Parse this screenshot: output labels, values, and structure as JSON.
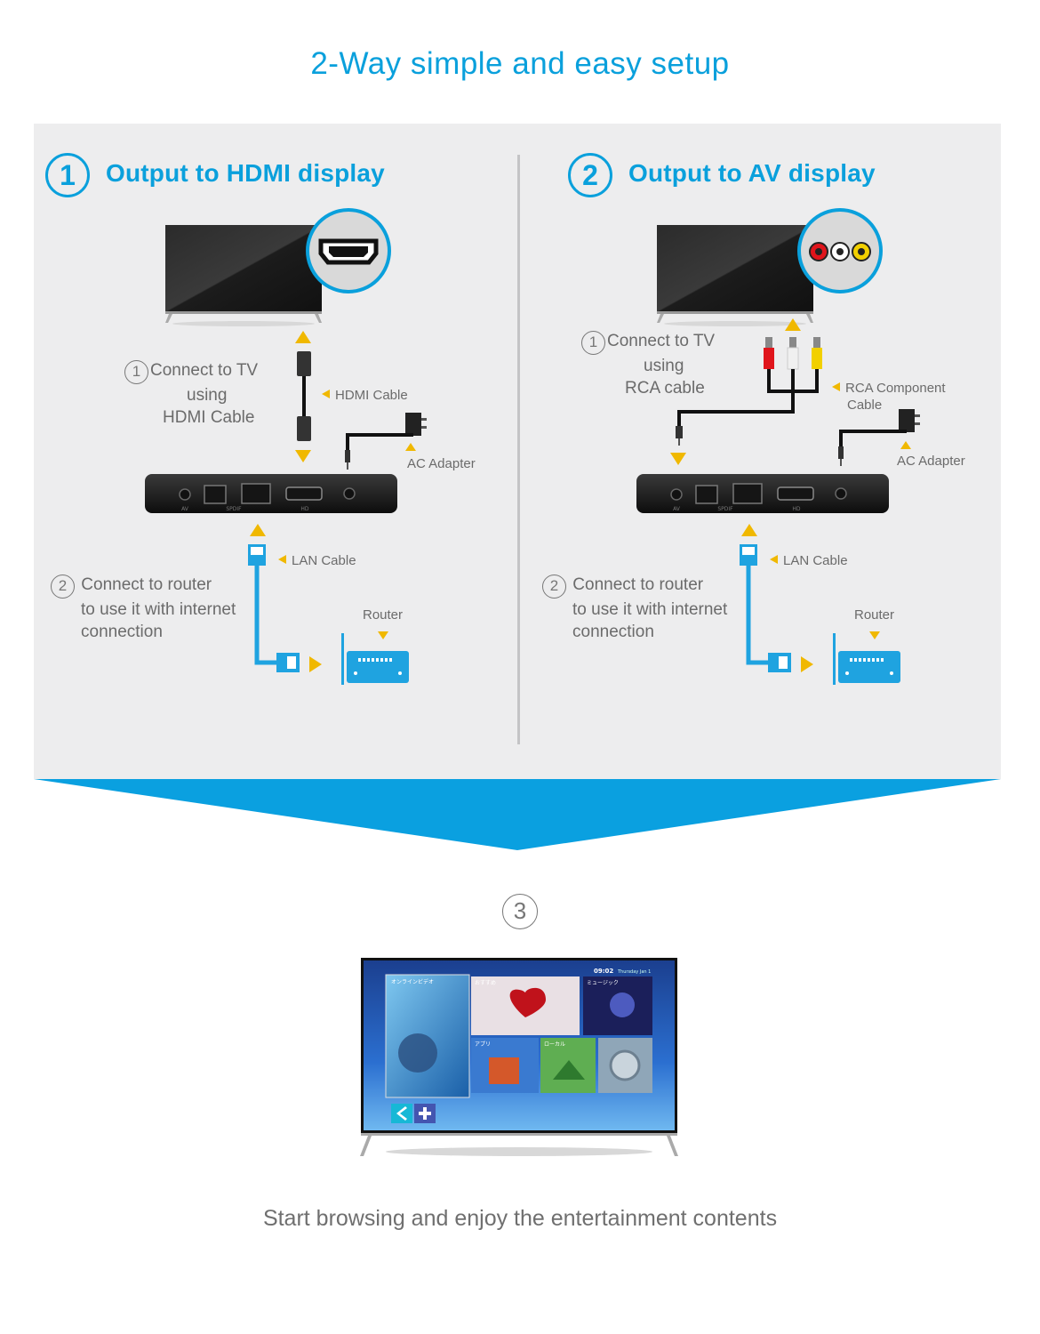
{
  "page_title": "2-Way simple and easy setup",
  "left": {
    "number": "1",
    "title": "Output to HDMI display",
    "step1_num": "1",
    "step1_lines": [
      "Connect to TV",
      "using",
      "HDMI Cable"
    ],
    "cable_label": "HDMI Cable",
    "adapter_label": "AC Adapter",
    "lan_label": "LAN Cable",
    "step2_num": "2",
    "step2_lines": [
      "Connect to router",
      "to use it with internet",
      "connection"
    ],
    "router_label": "Router"
  },
  "right": {
    "number": "2",
    "title": "Output to AV display",
    "step1_num": "1",
    "step1_lines": [
      "Connect to TV",
      "using",
      "RCA cable"
    ],
    "cable_label_lines": [
      "RCA Component",
      "Cable"
    ],
    "adapter_label": "AC Adapter",
    "lan_label": "LAN Cable",
    "step2_num": "2",
    "step2_lines": [
      "Connect to router",
      "to use it with internet",
      "connection"
    ],
    "router_label": "Router"
  },
  "box_port_labels": [
    "AV",
    "SPDIF",
    "HD"
  ],
  "step3_num": "3",
  "tv_screen": {
    "time": "09:02",
    "date": "Thursday Jan 1",
    "tiles": [
      "オンラインビデオ",
      "おすすめ",
      "ミュージック",
      "アプリ",
      "ローカル"
    ]
  },
  "footer_text": "Start browsing and enjoy the entertainment contents",
  "colors": {
    "accent": "#0aa0dc",
    "arrow": "#f0b800",
    "panel": "#ededee",
    "router": "#1fa3e0"
  }
}
